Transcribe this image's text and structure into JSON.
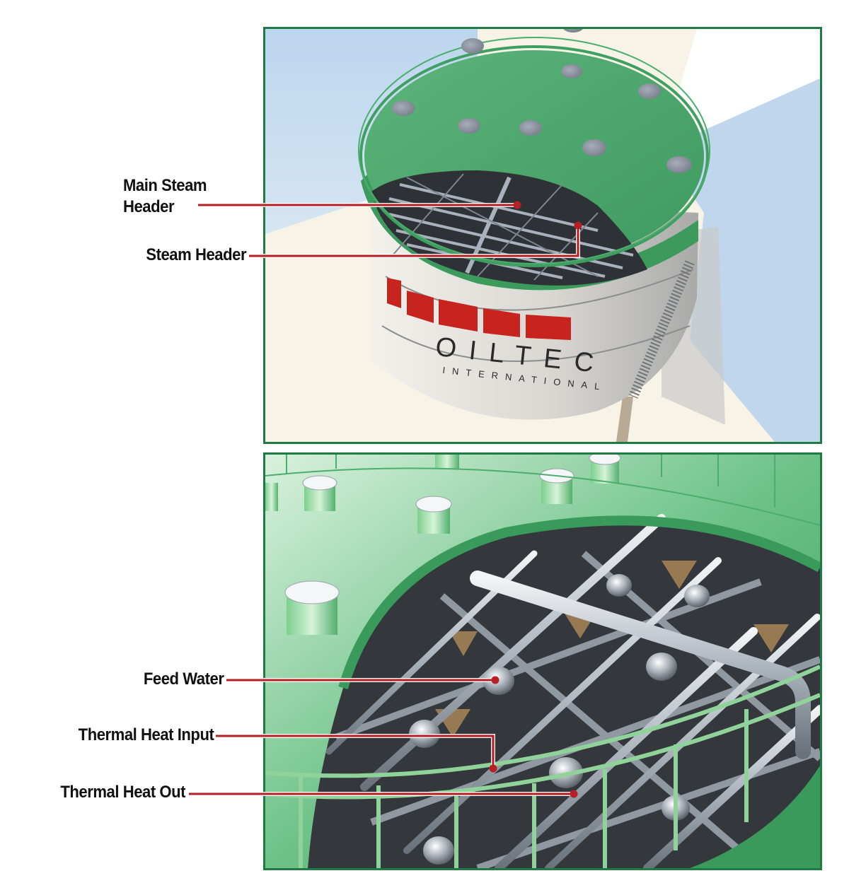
{
  "figure": {
    "panels": [
      {
        "id": "top",
        "description": "Exterior view of cylindrical tank with green roof cutaway showing internal steam header grid"
      },
      {
        "id": "bottom",
        "description": "Close-up of roof cutaway showing pipe grid, feed water and thermal heat lines"
      }
    ],
    "tank_sign": {
      "line1": "OILTEC",
      "line2": "INTERNATIONAL"
    },
    "callouts": [
      {
        "id": "main-steam-header",
        "line1": "Main Steam",
        "line2": "Header",
        "panel": "top"
      },
      {
        "id": "steam-header",
        "label": "Steam Header",
        "panel": "top"
      },
      {
        "id": "feed-water",
        "label": "Feed Water",
        "panel": "bottom"
      },
      {
        "id": "thermal-heat-input",
        "label": "Thermal Heat Input",
        "panel": "bottom"
      },
      {
        "id": "thermal-heat-out",
        "label": "Thermal Heat Out",
        "panel": "bottom"
      }
    ],
    "colors": {
      "frame_border": "#1f7a44",
      "callout_line": "#b52025",
      "roof_green": "#4fae6e",
      "sign_red": "#c8241f",
      "sky_blue": "#c3d9ee",
      "ground_cream": "#f6f1e4"
    }
  }
}
